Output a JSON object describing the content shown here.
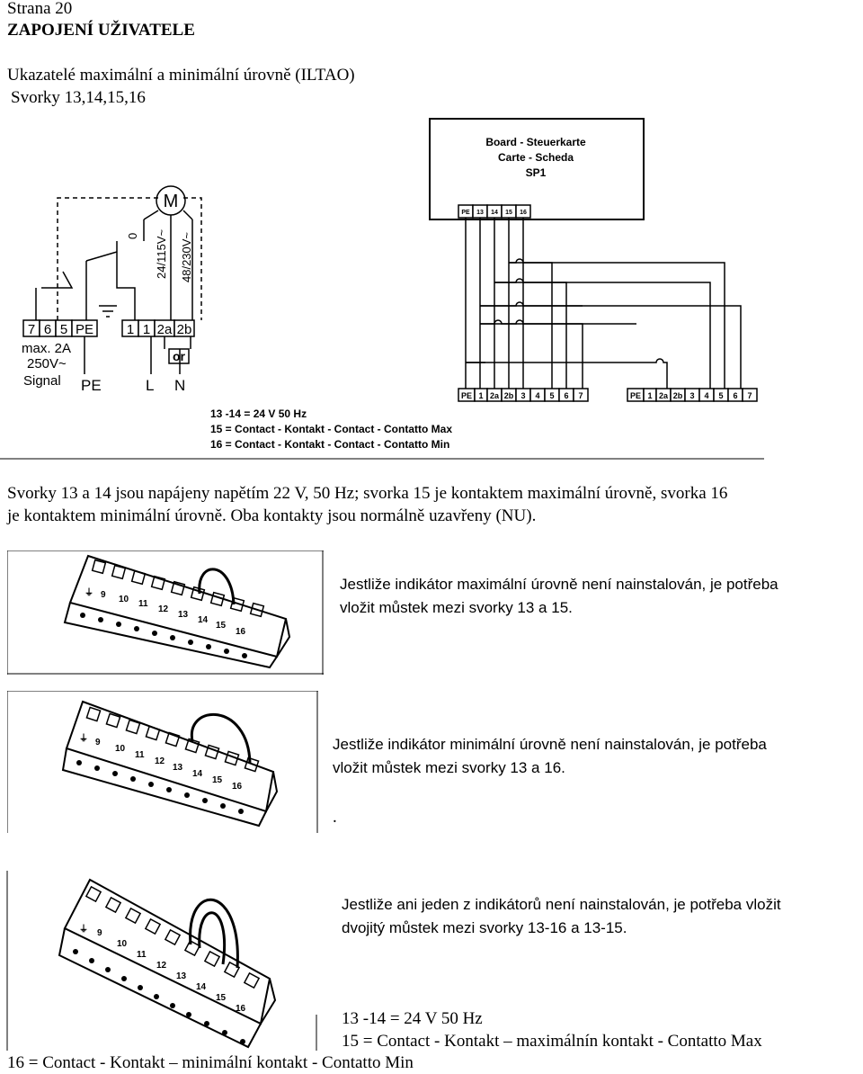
{
  "header": {
    "page": "Strana 20",
    "title": "ZAPOJENÍ UŽIVATELE"
  },
  "intro": {
    "line1": "Ukazatelé maximální a minimální úrovně (ILTAO)",
    "line2": "Svorky 13,14,15,16"
  },
  "wiring_diagram": {
    "board_lines": [
      "Board - Steuerkarte",
      "Carte - Scheda",
      "SP1"
    ],
    "board_terminals": [
      "PE",
      "13",
      "14",
      "15",
      "16"
    ],
    "left_terminals": [
      "7",
      "6",
      "5",
      "PE",
      "1",
      "1",
      "2a",
      "2b"
    ],
    "motor_label": "M",
    "motor_wires": [
      "0",
      "24/115V~",
      "48/230V~"
    ],
    "or_label": "or",
    "signal_labels": [
      "max. 2A",
      "250V~",
      "Signal"
    ],
    "bottom_labels": [
      "PE",
      "L",
      "N"
    ],
    "strip_terminals": [
      "PE",
      "1",
      "2a",
      "2b",
      "3",
      "4",
      "5",
      "6",
      "7"
    ],
    "legend": [
      "13 -14 = 24 V 50 Hz",
      "15 = Contact - Kontakt - Contact - Contatto Max",
      "16 = Contact - Kontakt - Contact - Contatto Min"
    ]
  },
  "paragraph": {
    "line1": "Svorky 13 a 14  jsou napájeny napětím 22 V, 50 Hz; svorka 15 je kontaktem maximální úrovně, svorka 16",
    "line2": "je kontaktem minimální úrovně. Oba kontakty jsou normálně uzavřeny (NU)."
  },
  "terminal_block_labels": [
    "9",
    "10",
    "11",
    "12",
    "13",
    "14",
    "15",
    "16"
  ],
  "notes": [
    {
      "line1": "Jestliže indikátor maximální úrovně není nainstalován, je potřeba",
      "line2": "vložit můstek mezi svorky 13 a 15."
    },
    {
      "line1": "Jestliže indikátor minimální úrovně není nainstalován, je potřeba",
      "line2": "vložit můstek mezi svorky 13 a 16.",
      "extra": "."
    },
    {
      "line1": "Jestliže ani jeden z indikátorů není nainstalován, je potřeba vložit",
      "line2": "dvojitý můstek mezi svorky 13-16 a 13-15."
    }
  ],
  "footer": {
    "line1": "13 -14 = 24 V 50 Hz",
    "line2": "15 = Contact - Kontakt – maximálnín kontakt - Contatto Max",
    "line3": "16 = Contact - Kontakt – minimální kontakt  - Contatto Min"
  }
}
